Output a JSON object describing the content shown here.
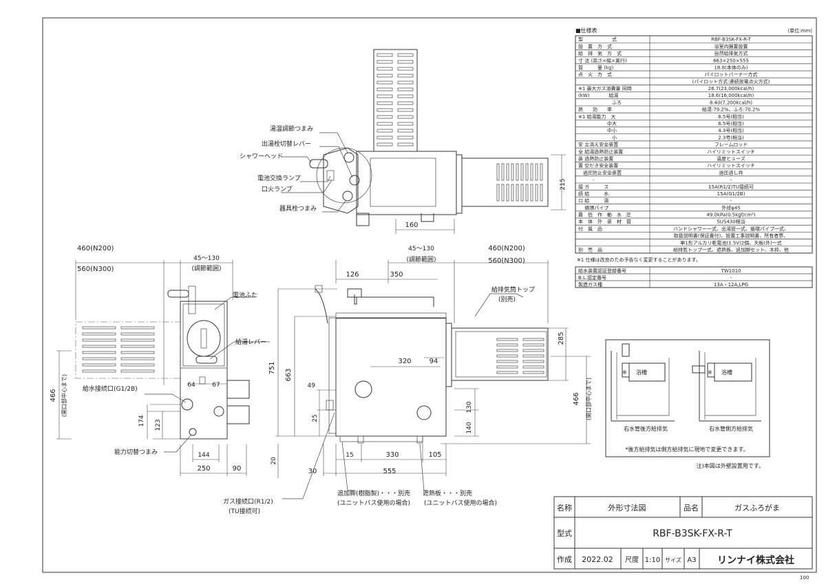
{
  "page_number": "100",
  "spec": {
    "title": "■仕様表",
    "unit": "(単位:mm)",
    "rows": [
      [
        "型　　　　　　式",
        "RBF-B3SK-FX-R-T"
      ],
      [
        "設　置　方　式",
        "浴室内据置設置"
      ],
      [
        "給　排　気　方　式",
        "自然給排気方式"
      ],
      [
        "寸 法 (高さ×幅×奥行)",
        "663×250×555"
      ],
      [
        "質　　　量 (kg)",
        "18.8(本体のみ)"
      ],
      [
        "点　火　方　式",
        "パイロットバーナー方式"
      ],
      [
        "",
        "(パイロット方式:連続放電点火方式)"
      ],
      [
        "※1 最大ガス消費量 同時",
        "26.7(23,000kcal/h)"
      ],
      [
        "(kW)　　　　給湯",
        "18.6(16,000kcal/h)"
      ],
      [
        "　　　　　　　ふろ",
        "8.40(7,200kcal/h)"
      ],
      [
        "熱　　効　　率",
        "給湯:79.2%、ふろ:70.2%"
      ],
      [
        "※1 給湯能力　大",
        "8.5号(相当)"
      ],
      [
        "　　　　　　中大",
        "6.5号(相当)"
      ],
      [
        "　　　　　　中小",
        "4.3号(相当)"
      ],
      [
        "　　　　　　　小",
        "2.3号(相当)"
      ],
      [
        "安 立消え安全装置",
        "フレームロッド"
      ],
      [
        "全 給湯過熱防止装置",
        "ハイリミットスイッチ"
      ],
      [
        "装 過熱防止装置",
        "温度ヒューズ"
      ],
      [
        "置 空だき安全装置",
        "ハイリミットスイッチ"
      ],
      [
        "　過圧防止安全装置",
        "過圧逃し弁"
      ],
      [
        "　　　-",
        "-"
      ],
      [
        "接 ガ　　　ス",
        "15A(R1/2)TU接続可"
      ],
      [
        "続 給　　　水",
        "15A(G1/2B)"
      ],
      [
        "口 給　　　湯",
        "-"
      ],
      [
        "　 循環パイプ",
        "外径φ45"
      ],
      [
        "最　低　作　動　水　圧",
        "49.0kPa(0.5kgf/cm²)"
      ],
      [
        "本　体　外　装　材　質",
        "SUS430相当"
      ],
      [
        "付　属　品",
        "ハンドシャワー一式、出湯管一式、循環パイプ一式、"
      ],
      [
        "",
        "取扱説明書(保証書付)、設置工事説明書、所有者票、"
      ],
      [
        "",
        "単1形アルカリ乾電池(1.5V)2個、天板(外)一式"
      ],
      [
        "別　売　品",
        "給排気トップ一式、遮熱板、追加脚セット、木枠、他"
      ]
    ],
    "note": "※1 仕様は改良のため予告なく変更することがあります。"
  },
  "cert": {
    "rows": [
      [
        "給水装置認証登録番号",
        "TW1010"
      ],
      [
        "B.L.認定番号",
        "-"
      ],
      [
        "製造ガス種",
        "13A・12A,LPG"
      ]
    ]
  },
  "top_view": {
    "labels": {
      "temp_knob": "湯温調節つまみ",
      "outlet_lever": "出湯栓切替レバー",
      "shower_head": "シャワーヘッド",
      "battery_lamp": "電池交換ランプ",
      "flame_lamp": "口火ランプ",
      "appliance_knob": "器具栓つまみ"
    },
    "dims": {
      "d215": "215",
      "d160": "160"
    }
  },
  "side_view": {
    "labels": {
      "battery_cover": "電池ふた",
      "hot_lever": "給湯レバー",
      "water_inlet": "給水接続口(G1/2B)",
      "capacity_knob": "能力切替つまみ",
      "opening_center": "(開口部中心まで)"
    },
    "dims": {
      "n200": "460(N200)",
      "n300": "560(N300)",
      "adj": "45～130",
      "adj_range": "(調節範囲)",
      "d466": "466",
      "d174": "174",
      "d123": "123",
      "d64": "64",
      "d67": "67",
      "d144": "144",
      "d250": "250",
      "d90": "90"
    }
  },
  "front_view": {
    "labels": {
      "flue_top": "給排気筒トップ",
      "flue_top_sep": "(別売)",
      "gas_inlet": "ガス接続口(R1/2)",
      "tu": "(TU接続可)",
      "add_leg": "追加脚(樹脂製)・・・別売",
      "unit_bath1": "(ユニットバス使用の場合)",
      "heat_shield": "遮熱板・・・別売",
      "unit_bath2": "(ユニットバス使用の場合)",
      "opening_center": "(開口部中心まで)"
    },
    "dims": {
      "adj": "45～130",
      "adj_range": "(調節範囲)",
      "n200": "460(N200)",
      "n300": "560(N300)",
      "d126": "126",
      "d350": "350",
      "d751": "751",
      "d663": "663",
      "d49": "49",
      "d25": "25",
      "d320": "320",
      "d94": "94",
      "d285": "285",
      "d130": "130",
      "d140": "140",
      "d466": "466",
      "d20": "20",
      "d15": "15",
      "d330": "330",
      "d105": "105",
      "d30": "30",
      "d555": "555"
    }
  },
  "install": {
    "rear_label": "右水管後方給排気",
    "side_label": "右水管側方給排気",
    "tub": "浴槽",
    "mark": "※",
    "note": "*後方給排気は側方給排気に現地で変更できます。",
    "wall_note": "注)本図は外壁設置用です。"
  },
  "title_block": {
    "name_label": "名称",
    "name_value": "外形寸法図",
    "product_label": "品名",
    "product_value": "ガスふろがま",
    "model_label": "型式",
    "model_value": "RBF-B3SK-FX-R-T",
    "made_label": "作成",
    "date": "2022.02",
    "scale_label": "尺度",
    "scale": "1:10",
    "size_label": "サイズ",
    "size": "A3",
    "company": "リンナイ株式会社"
  }
}
